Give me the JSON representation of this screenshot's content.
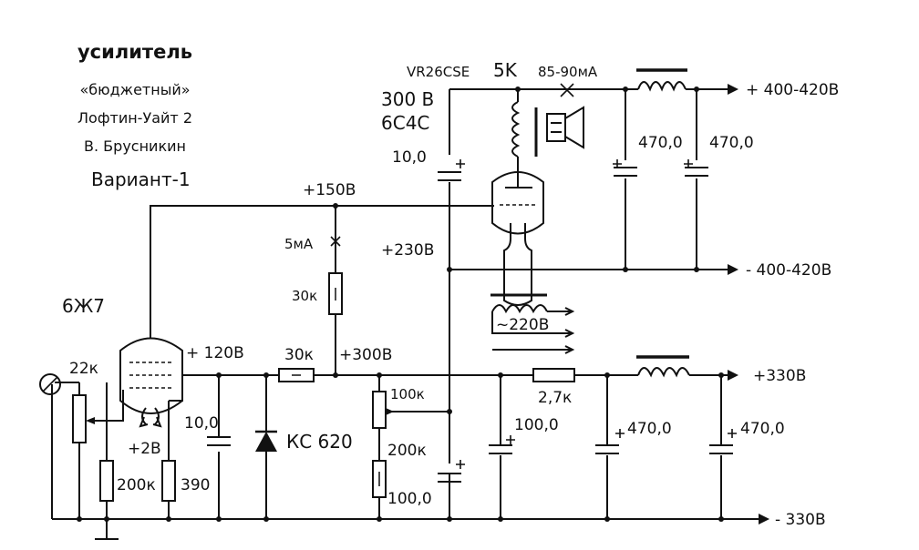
{
  "title": {
    "line1": "усилитель",
    "line2": "«бюджетный»",
    "line3": "Лофтин-Уайт 2",
    "line4": "В. Брусникин",
    "line5": "Вариант-1"
  },
  "labels": {
    "tube_output": "6С4С",
    "tube_output_voltage": "300 В",
    "tube_driver": "6Ж7",
    "transformer": "VR26CSE",
    "transformer_imp": "5K",
    "current_output": "85-90мА",
    "current_divider": "5мА",
    "v150": "+150В",
    "v230": "+230В",
    "v120": "+ 120В",
    "v300": "+300В",
    "v2": "+2В",
    "hv_plus": "+ 400-420В",
    "hv_minus": "- 400-420В",
    "mv_plus": "+330В",
    "mv_minus": "- 330В",
    "heater": "~220В",
    "c_cathode_out": "10,0",
    "c_hv1": "470,0",
    "c_hv2": "470,0",
    "c_driver": "10,0",
    "c_mid1": "100,0",
    "c_mid2": "470,0",
    "c_mid3": "470,0",
    "c_bottom": "100,0",
    "r_div": "30к",
    "r_series": "30к",
    "r_pot": "100к",
    "r_200k_b": "200к",
    "r_200k_g": "200к",
    "r_390": "390",
    "r_22k": "22к",
    "r_27k": "2,7к",
    "zener": "КС 620"
  }
}
